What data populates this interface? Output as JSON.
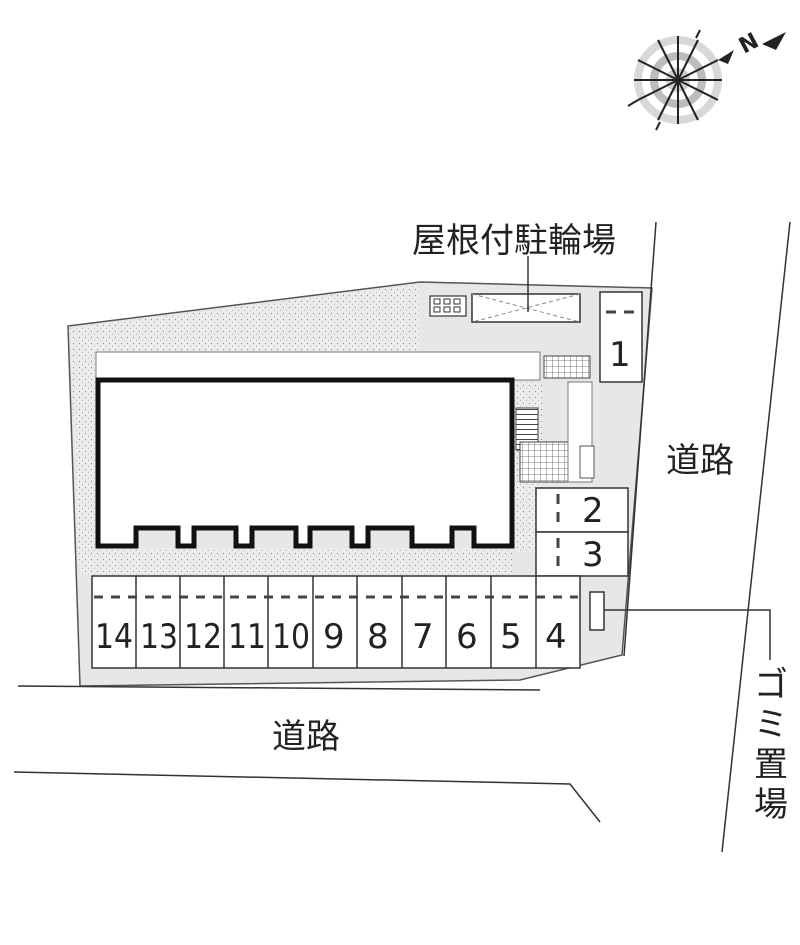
{
  "labels": {
    "bicycle_parking": "屋根付駐輪場",
    "road_right": "道路",
    "road_bottom": "道路",
    "garbage_line1": "ゴ",
    "garbage_line2": "ミ",
    "garbage_line3": "置",
    "garbage_line4": "場",
    "compass_letter": "N"
  },
  "parking_spaces": [
    "1",
    "2",
    "3",
    "4",
    "5",
    "6",
    "7",
    "8",
    "9",
    "10",
    "11",
    "12",
    "13",
    "14"
  ],
  "colors": {
    "lot": "#e6e6e6",
    "line": "#222222",
    "building": "#ffffff"
  }
}
